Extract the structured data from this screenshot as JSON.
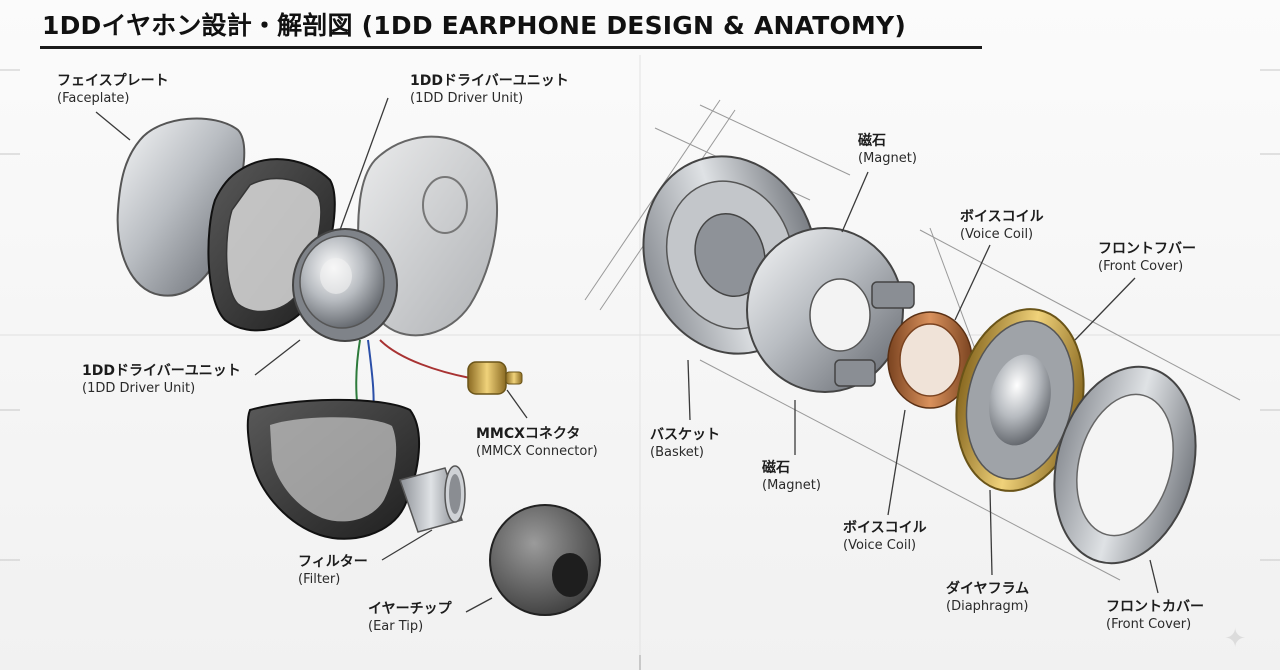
{
  "title": "1DDイヤホン設計・解剖図 (1DD EARPHONE DESIGN & ANATOMY)",
  "labels": {
    "faceplate": {
      "jp": "フェイスプレート",
      "en": "(Faceplate)"
    },
    "driver_top": {
      "jp": "1DDドライバーユニット",
      "en": "(1DD Driver Unit)"
    },
    "driver_left": {
      "jp": "1DDドライバーユニット",
      "en": "(1DD Driver Unit)"
    },
    "mmcx": {
      "jp": "MMCXコネクタ",
      "en": "(MMCX Connector)"
    },
    "filter": {
      "jp": "フィルター",
      "en": "(Filter)"
    },
    "eartip": {
      "jp": "イヤーチップ",
      "en": "(Ear Tip)"
    },
    "magnet_top": {
      "jp": "磁石",
      "en": "(Magnet)"
    },
    "voicecoil_top": {
      "jp": "ボイスコイル",
      "en": "(Voice Coil)"
    },
    "frontcover_top": {
      "jp": "フロントフバー",
      "en": "(Front Cover)"
    },
    "basket": {
      "jp": "バスケット",
      "en": "(Basket)"
    },
    "magnet_bottom": {
      "jp": "磁石",
      "en": "(Magnet)"
    },
    "voicecoil_bottom": {
      "jp": "ボイスコイル",
      "en": "(Voice Coil)"
    },
    "diaphragm": {
      "jp": "ダイヤフラム",
      "en": "(Diaphragm)"
    },
    "frontcover_bottom": {
      "jp": "フロントカバー",
      "en": "(Front Cover)"
    }
  },
  "colors": {
    "background": "#f4f4f4",
    "leader_line": "#3a3a3a",
    "metal_light": "#e6e8ea",
    "metal_dark": "#6e7278",
    "shell_dark": "#2b2b2b",
    "copper": "#b06a3a",
    "gold": "#c9a24a"
  }
}
